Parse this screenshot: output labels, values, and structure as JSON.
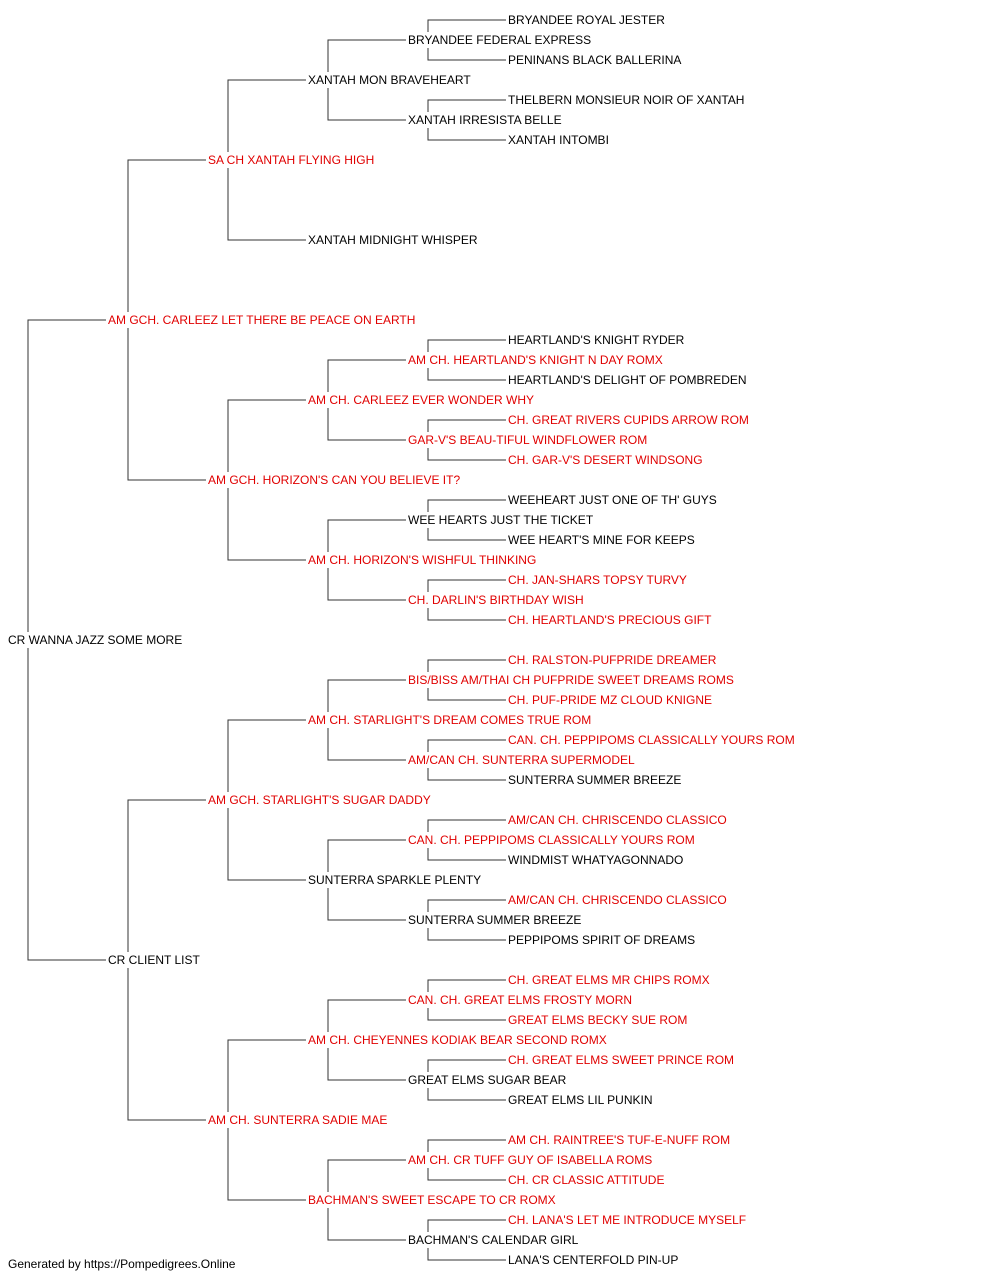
{
  "tree": {
    "name": "CR WANNA JAZZ SOME MORE",
    "red": false,
    "sire": {
      "name": "AM GCH. CARLEEZ LET THERE BE PEACE ON EARTH",
      "red": true,
      "sire": {
        "name": "SA CH XANTAH FLYING HIGH",
        "red": true,
        "sire": {
          "name": "XANTAH MON BRAVEHEART",
          "red": false,
          "sire": {
            "name": "BRYANDEE FEDERAL EXPRESS",
            "red": false,
            "sire": {
              "name": "BRYANDEE ROYAL JESTER",
              "red": false
            },
            "dam": {
              "name": "PENINANS BLACK BALLERINA",
              "red": false
            }
          },
          "dam": {
            "name": "XANTAH IRRESISTA BELLE",
            "red": false,
            "sire": {
              "name": "THELBERN MONSIEUR NOIR OF XANTAH",
              "red": false
            },
            "dam": {
              "name": "XANTAH INTOMBI",
              "red": false
            }
          }
        },
        "dam": {
          "name": "XANTAH MIDNIGHT WHISPER",
          "red": false
        }
      },
      "dam": {
        "name": "AM GCH. HORIZON'S CAN YOU BELIEVE IT?",
        "red": true,
        "sire": {
          "name": "AM CH. CARLEEZ EVER WONDER WHY",
          "red": true,
          "sire": {
            "name": "AM CH. HEARTLAND'S KNIGHT N DAY ROMX",
            "red": true,
            "sire": {
              "name": "HEARTLAND'S KNIGHT RYDER",
              "red": false
            },
            "dam": {
              "name": "HEARTLAND'S DELIGHT OF POMBREDEN",
              "red": false
            }
          },
          "dam": {
            "name": "GAR-V'S BEAU-TIFUL WINDFLOWER ROM",
            "red": true,
            "sire": {
              "name": "CH. GREAT RIVERS CUPIDS ARROW ROM",
              "red": true
            },
            "dam": {
              "name": "CH. GAR-V'S DESERT WINDSONG",
              "red": true
            }
          }
        },
        "dam": {
          "name": "AM CH. HORIZON'S WISHFUL THINKING",
          "red": true,
          "sire": {
            "name": "WEE HEARTS JUST THE TICKET",
            "red": false,
            "sire": {
              "name": "WEEHEART JUST ONE OF TH' GUYS",
              "red": false
            },
            "dam": {
              "name": "WEE HEART'S MINE FOR KEEPS",
              "red": false
            }
          },
          "dam": {
            "name": "CH. DARLIN'S BIRTHDAY WISH",
            "red": true,
            "sire": {
              "name": "CH. JAN-SHARS TOPSY TURVY",
              "red": true
            },
            "dam": {
              "name": "CH. HEARTLAND'S PRECIOUS GIFT",
              "red": true
            }
          }
        }
      }
    },
    "dam": {
      "name": "CR CLIENT LIST",
      "red": false,
      "sire": {
        "name": "AM GCH. STARLIGHT'S SUGAR DADDY",
        "red": true,
        "sire": {
          "name": "AM CH. STARLIGHT'S DREAM COMES TRUE ROM",
          "red": true,
          "sire": {
            "name": "BIS/BISS AM/THAI CH PUFPRIDE SWEET DREAMS ROMS",
            "red": true,
            "sire": {
              "name": "CH. RALSTON-PUFPRIDE DREAMER",
              "red": true
            },
            "dam": {
              "name": "CH. PUF-PRIDE MZ CLOUD KNIGNE",
              "red": true
            }
          },
          "dam": {
            "name": "AM/CAN CH. SUNTERRA SUPERMODEL",
            "red": true,
            "sire": {
              "name": "CAN. CH. PEPPIPOMS CLASSICALLY YOURS ROM",
              "red": true
            },
            "dam": {
              "name": "SUNTERRA SUMMER BREEZE",
              "red": false
            }
          }
        },
        "dam": {
          "name": "SUNTERRA SPARKLE PLENTY",
          "red": false,
          "sire": {
            "name": "CAN. CH. PEPPIPOMS CLASSICALLY YOURS ROM",
            "red": true,
            "sire": {
              "name": "AM/CAN CH. CHRISCENDO CLASSICO",
              "red": true
            },
            "dam": {
              "name": "WINDMIST WHATYAGONNADO",
              "red": false
            }
          },
          "dam": {
            "name": "SUNTERRA SUMMER BREEZE",
            "red": false,
            "sire": {
              "name": "AM/CAN CH. CHRISCENDO CLASSICO",
              "red": true
            },
            "dam": {
              "name": "PEPPIPOMS SPIRIT OF DREAMS",
              "red": false
            }
          }
        }
      },
      "dam": {
        "name": "AM CH. SUNTERRA SADIE MAE",
        "red": true,
        "sire": {
          "name": "AM CH. CHEYENNES KODIAK BEAR SECOND ROMX",
          "red": true,
          "sire": {
            "name": "CAN. CH. GREAT ELMS FROSTY MORN",
            "red": true,
            "sire": {
              "name": "CH. GREAT ELMS MR CHIPS ROMX",
              "red": true
            },
            "dam": {
              "name": "GREAT ELMS BECKY SUE ROM",
              "red": true
            }
          },
          "dam": {
            "name": "GREAT ELMS SUGAR BEAR",
            "red": false,
            "sire": {
              "name": "CH. GREAT ELMS SWEET PRINCE ROM",
              "red": true
            },
            "dam": {
              "name": "GREAT ELMS LIL PUNKIN",
              "red": false
            }
          }
        },
        "dam": {
          "name": "BACHMAN'S SWEET ESCAPE TO CR ROMX",
          "red": true,
          "sire": {
            "name": "AM CH. CR TUFF GUY OF ISABELLA ROMS",
            "red": true,
            "sire": {
              "name": "AM CH. RAINTREE'S TUF-E-NUFF ROM",
              "red": true
            },
            "dam": {
              "name": "CH. CR CLASSIC ATTITUDE",
              "red": true
            }
          },
          "dam": {
            "name": "BACHMAN'S CALENDAR GIRL",
            "red": false,
            "sire": {
              "name": "CH. LANA'S LET ME INTRODUCE MYSELF",
              "red": true
            },
            "dam": {
              "name": "LANA'S CENTERFOLD PIN-UP",
              "red": false
            }
          }
        }
      }
    }
  },
  "footer": "Generated by https://Pompedigrees.Online"
}
